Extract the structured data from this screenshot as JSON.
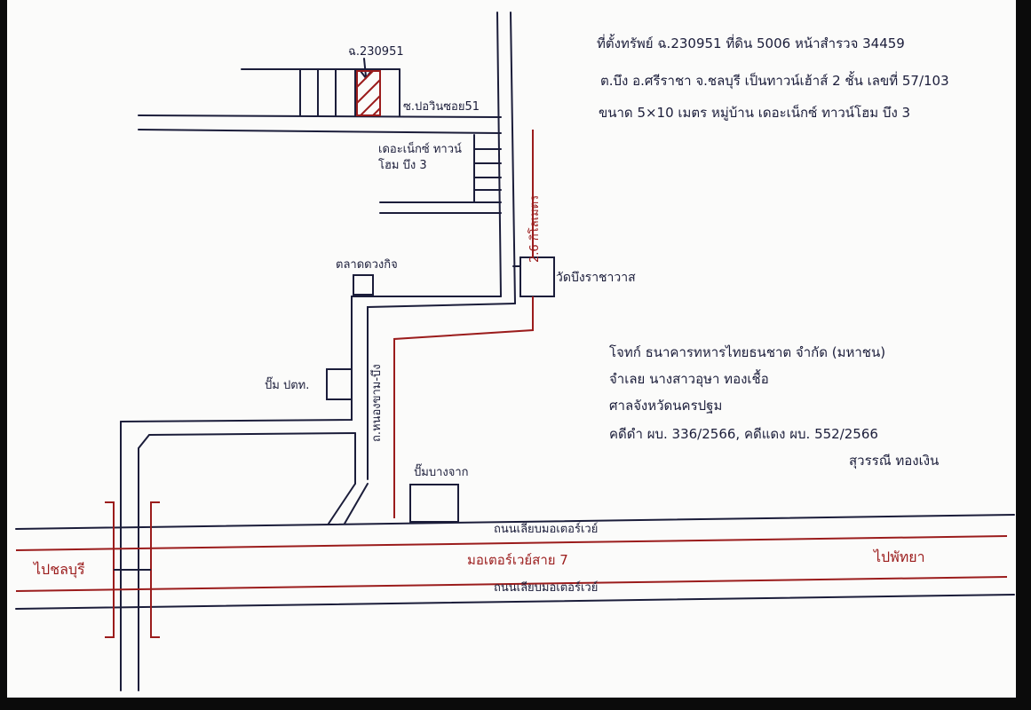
{
  "header_text": {
    "line1": "ที่ตั้งทรัพย์ ฉ.230951 ที่ดิน 5006 หน้าสำรวจ 34459",
    "line2": "ต.บึง อ.ศรีราชา จ.ชลบุรี เป็นทาวน์เฮ้าส์ 2 ชั้น เลขที่ 57/103",
    "line3": "ขนาด 5×10 เมตร หมู่บ้าน เดอะเน็กซ์ ทาวน์โฮม บึง 3"
  },
  "notes": {
    "line1": "โจทก์ ธนาคารทหารไทยธนชาต จำกัด (มหาชน)",
    "line2": "จำเลย นางสาวอุษา ทองเชื้อ",
    "line3": "ศาลจังหวัดนครปฐม",
    "line4": "คดีดำ ผบ. 336/2566, คดีแดง ผบ. 552/2566",
    "signature": "สุวรรณี ทองเงิน"
  },
  "labels": {
    "plot_id": "ฉ.230951",
    "soi": "ซ.ปอวินซอย51",
    "village": "เดอะเน็กซ์ ทาวน์โฮม บึง 3",
    "distance": "2.6 กิโลเมตร",
    "temple": "วัดบึงราชาวาส",
    "market": "ตลาดดวงกิจ",
    "gas_ptt": "ปั๊ม ปตท.",
    "gas_bangchak": "ปั๊มบางจาก",
    "road_vertical": "ถ.หนองขาม-บึง",
    "frontage_top": "ถนนเลียบมอเตอร์เวย์",
    "motorway": "มอเตอร์เวย์สาย 7",
    "frontage_bottom": "ถนนเลียบมอเตอร์เวย์",
    "to_chonburi": "ไปชลบุรี",
    "to_pattaya": "ไปพัทยา"
  },
  "colors": {
    "ink": "#1b1d3a",
    "red": "#9b1c1c"
  }
}
